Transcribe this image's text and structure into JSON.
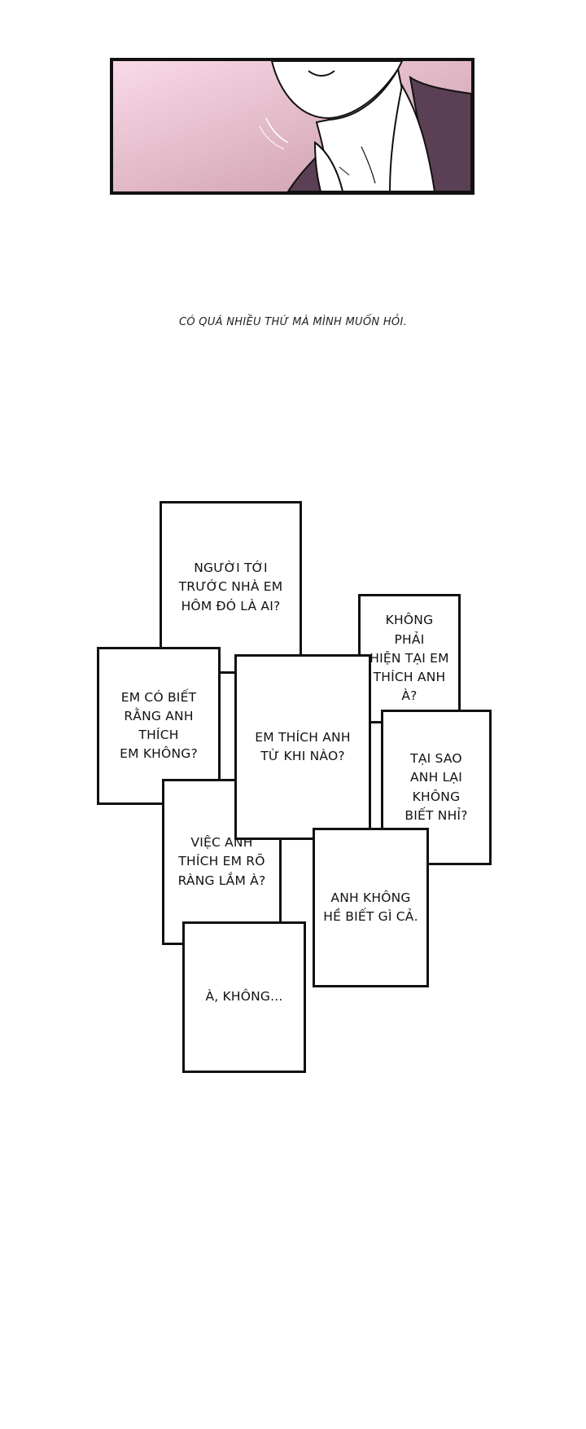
{
  "top_panel": {
    "description_icon": "manga-panel-chin-collar-icon",
    "colors": {
      "background_pink": "#f7d5e4",
      "background_mauve": "#c9a2ad",
      "jacket": "#5b3f54",
      "outline": "#111111"
    }
  },
  "narration": {
    "text": "CÓ QUÁ NHIỀU THỨ MÀ MÌNH MUỐN HỎI."
  },
  "cards": [
    {
      "id": "who-came",
      "text": "NGƯỜI TỚI\nTRƯỚC NHÀ EM\nHÔM ĐÓ LÀ AI?"
    },
    {
      "id": "not-now",
      "text": "KHÔNG PHẢI\nHIỆN TẠI EM\nTHÍCH ANH À?"
    },
    {
      "id": "do-you-know",
      "text": "EM CÓ BIẾT\nRẰNG ANH THÍCH\nEM KHÔNG?"
    },
    {
      "id": "since-when",
      "text": "EM THÍCH ANH\nTỪ KHI NÀO?"
    },
    {
      "id": "why-not-know",
      "text": "TẠI SAO\nANH LẠI KHÔNG\nBIẾT NHỈ?"
    },
    {
      "id": "obvious",
      "text": "VIỆC ANH\nTHÍCH EM RÕ\nRÀNG LẮM À?"
    },
    {
      "id": "knows-nothing",
      "text": "ANH KHÔNG\nHỀ BIẾT GÌ CẢ."
    },
    {
      "id": "ah-no",
      "text": "À, KHÔNG..."
    }
  ]
}
